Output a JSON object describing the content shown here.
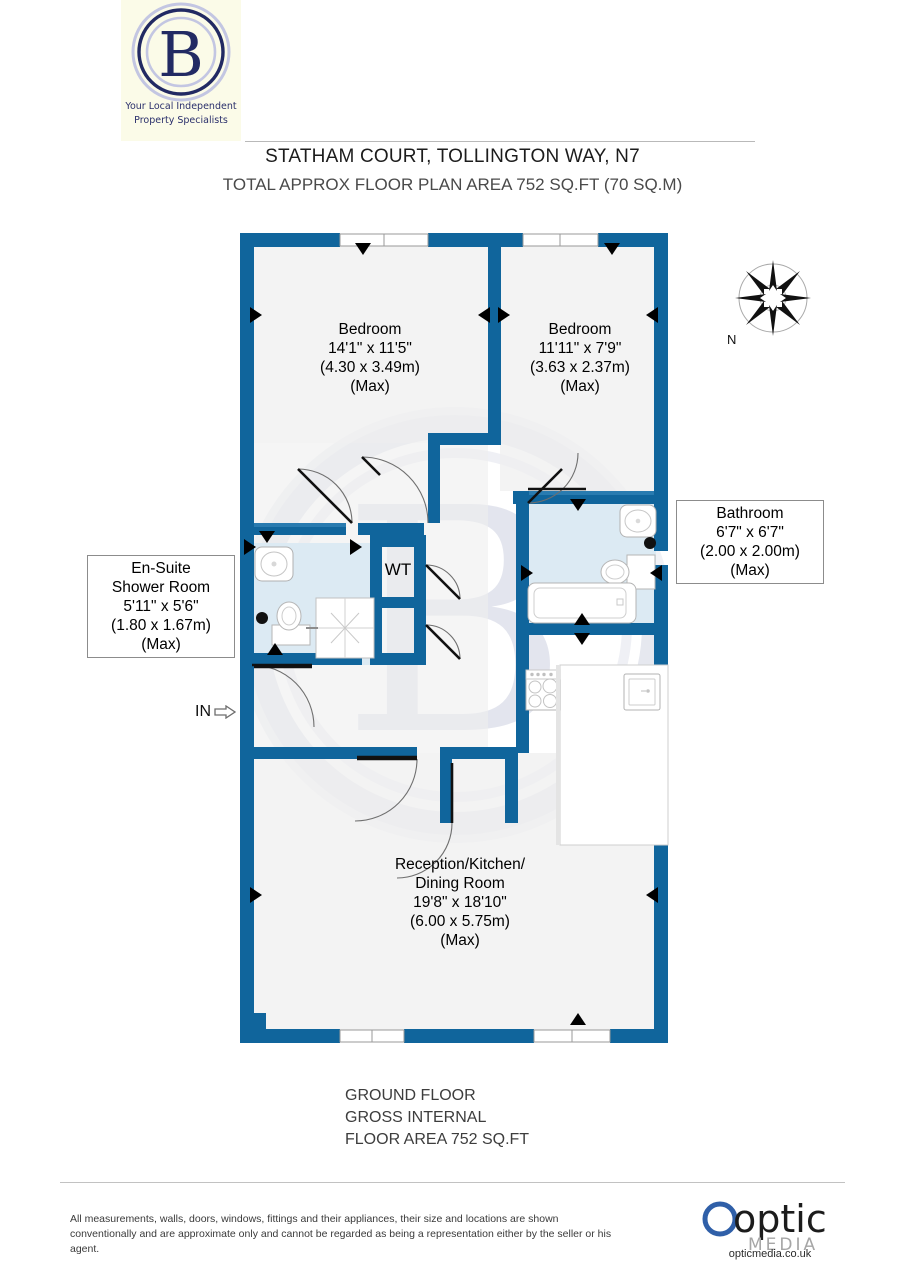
{
  "header": {
    "logo_letter": "B",
    "logo_tagline": "Your Local Independent\nProperty Specialists",
    "title": "STATHAM COURT, TOLLINGTON WAY, N7",
    "subtitle": "TOTAL APPROX FLOOR PLAN AREA 752 SQ.FT (70 SQ.M)"
  },
  "plan": {
    "entry_marker": "IN",
    "compass_label": "N",
    "closet_label": "WT",
    "rooms": [
      {
        "id": "bedroom-1",
        "name": "Bedroom",
        "dimensions_imperial": "14'1\" x 11'5\"",
        "dimensions_metric": "(4.30 x 3.49m)",
        "qualifier": "(Max)",
        "label": "Bedroom\n14'1\" x 11'5\"\n(4.30 x 3.49m)\n(Max)"
      },
      {
        "id": "bedroom-2",
        "name": "Bedroom",
        "dimensions_imperial": "11'11\" x 7'9\"",
        "dimensions_metric": "(3.63 x 2.37m)",
        "qualifier": "(Max)",
        "label": "Bedroom\n11'11\" x 7'9\"\n(3.63 x 2.37m)\n(Max)"
      },
      {
        "id": "bathroom",
        "name": "Bathroom",
        "dimensions_imperial": "6'7\" x 6'7\"",
        "dimensions_metric": "(2.00 x 2.00m)",
        "qualifier": "(Max)",
        "label": "Bathroom\n6'7\" x 6'7\"\n(2.00 x 2.00m)\n(Max)"
      },
      {
        "id": "en-suite-shower-room",
        "name": "En-Suite Shower Room",
        "dimensions_imperial": "5'11\" x 5'6\"",
        "dimensions_metric": "(1.80 x 1.67m)",
        "qualifier": "(Max)",
        "label": "En-Suite\nShower Room\n5'11\" x 5'6\"\n(1.80 x 1.67m)\n(Max)"
      },
      {
        "id": "reception-kitchen-dining",
        "name": "Reception/Kitchen/Dining Room",
        "dimensions_imperial": "19'8\" x 18'10\"",
        "dimensions_metric": "(6.00 x 5.75m)",
        "qualifier": "(Max)",
        "label": "Reception/Kitchen/\nDining Room\n19'8\" x 18'10\"\n(6.00 x 5.75m)\n(Max)"
      }
    ],
    "watermark_letter": "B"
  },
  "footer": {
    "gross_internal": "GROUND FLOOR\nGROSS INTERNAL\nFLOOR AREA 752 SQ.FT",
    "disclaimer": "All measurements, walls, doors, windows, fittings and their appliances, their size and locations are shown conventionally and are approximate only and cannot be regarded as being a representation either by the seller or his agent.",
    "brand_primary": "optic",
    "brand_secondary": "MEDIA",
    "brand_url": "opticmedia.co.uk"
  },
  "colors": {
    "wall": "#10659c",
    "wall_light": "#2e7fb4",
    "room_fill": "#efefef",
    "wet_room_fill": "#dceaf3",
    "logo_bg": "#fbfbe8",
    "logo_navy": "#222a63",
    "optic_blue": "#2f5fa8"
  }
}
